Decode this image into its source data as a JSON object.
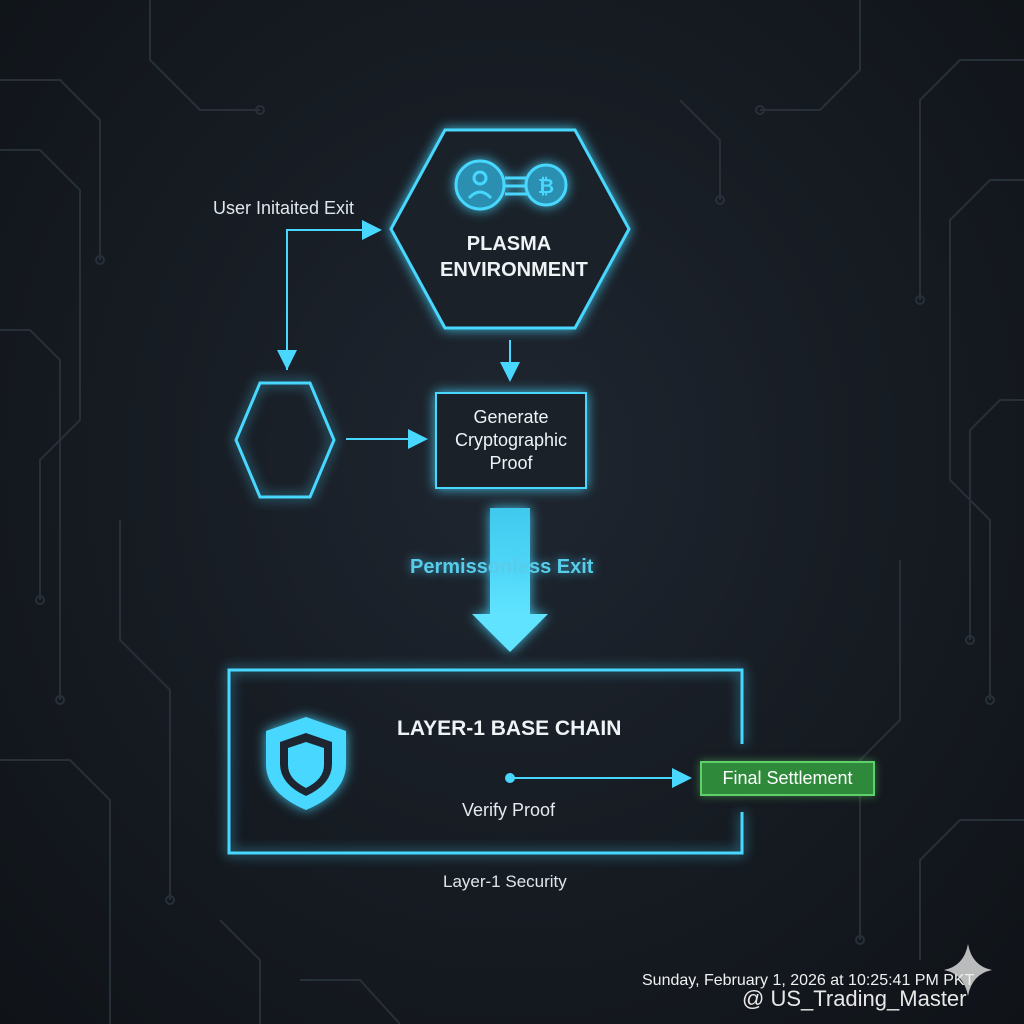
{
  "diagram": {
    "labels": {
      "user_exit": "User Initaited Exit",
      "plasma": "PLASMA ENVIRONMENT",
      "generate_proof": "Generate Cryptographic Proof",
      "permissionless_exit": "Permissonless Exit",
      "layer1_title": "LAYER-1 BASE CHAIN",
      "verify_proof": "Verify Proof",
      "final_settlement": "Final Settlement",
      "layer1_security": "Layer-1 Security"
    },
    "icons": [
      "user-icon",
      "bitcoin-icon",
      "shield-icon",
      "sparkle-icon"
    ],
    "colors": {
      "accent": "#48d8ff",
      "settlement_green": "#2e8a3a",
      "background": "#161b22"
    }
  },
  "footer": {
    "timestamp": "Sunday, February 1, 2026 at 10:25:41 PM PKT",
    "handle": "@ US_Trading_Master"
  }
}
